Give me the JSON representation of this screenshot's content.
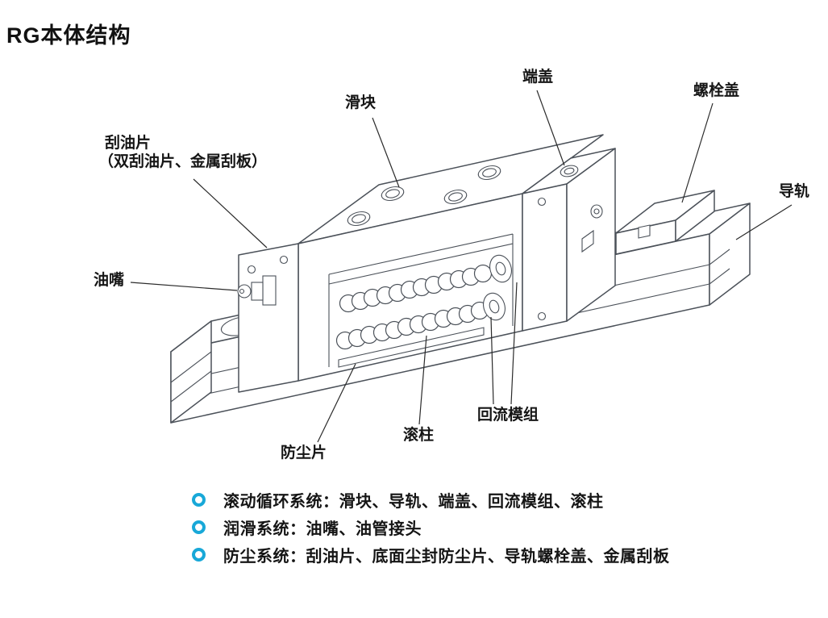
{
  "title": "RG本体结构",
  "colors": {
    "accent": "#18a8d8",
    "line": "#4b5159",
    "text": "#151515"
  },
  "diagram": {
    "labels": {
      "slider": "滑块",
      "end_cap": "端盖",
      "bolt_cover": "螺栓盖",
      "rail": "导轨",
      "scraper_line1": "刮油片",
      "scraper_line2": "（双刮油片、金属刮板）",
      "grease_nipple": "油嘴",
      "dust_strip": "防尘片",
      "roller": "滚柱",
      "return_module": "回流模组"
    }
  },
  "legend": {
    "items": [
      {
        "text": "滚动循环系统：滑块、导轨、端盖、回流模组、滚柱"
      },
      {
        "text": "润滑系统：油嘴、油管接头"
      },
      {
        "text": "防尘系统：刮油片、底面尘封防尘片、导轨螺栓盖、金属刮板"
      }
    ]
  }
}
